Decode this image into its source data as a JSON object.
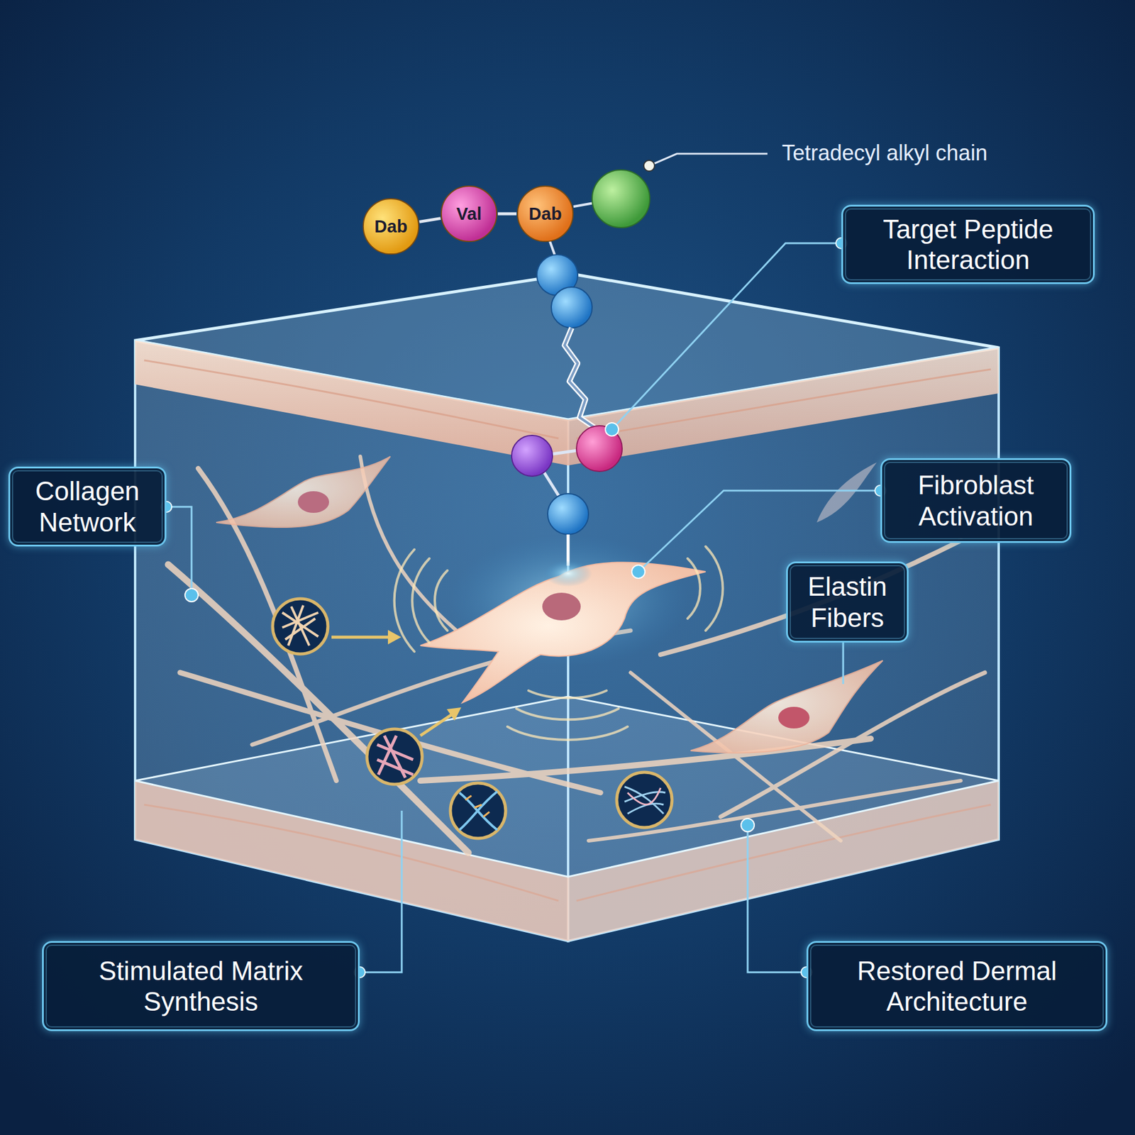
{
  "diagram": {
    "nodes": [
      {
        "text": [
          "Dab"
        ]
      },
      {
        "text": [
          "Val"
        ]
      },
      {
        "text": [
          "Dab"
        ]
      },
      {
        "text": [
          "Target Peptide Interaction"
        ]
      },
      {
        "text": [
          "Collagen Network"
        ]
      },
      {
        "text": [
          "Fibroblast Activation"
        ]
      },
      {
        "text": [
          "Elastin Fibers"
        ]
      },
      {
        "text": [
          "Stimulated Matrix Synthesis"
        ]
      },
      {
        "text": [
          "Restored Dermal Architecture"
        ]
      }
    ],
    "edges": [
      {
        "from": 0,
        "to": 1,
        "arrow": "none"
      },
      {
        "from": 1,
        "to": 2,
        "arrow": "none"
      }
    ],
    "labels": [
      "Tetradecyl alkyl chain"
    ]
  }
}
